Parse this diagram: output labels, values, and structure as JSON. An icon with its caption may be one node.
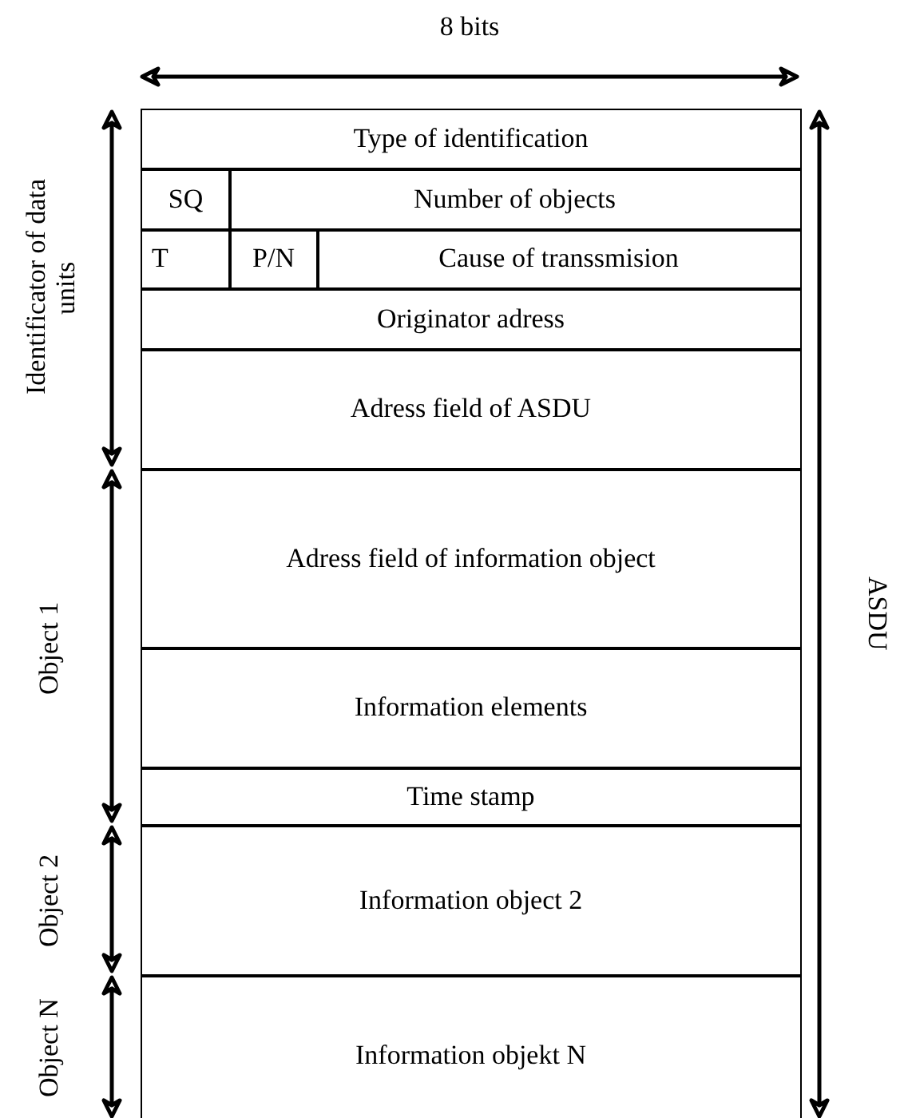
{
  "diagram": {
    "nodes": [
      {
        "text": [
          "Type of identification"
        ]
      },
      {
        "text": [
          "SQ"
        ]
      },
      {
        "text": [
          "Number of objects"
        ]
      },
      {
        "text": [
          "T"
        ]
      },
      {
        "text": [
          "P/N"
        ]
      },
      {
        "text": [
          "Cause of transsmision"
        ]
      },
      {
        "text": [
          "Originator adress"
        ]
      },
      {
        "text": [
          "Adress field of ASDU"
        ]
      },
      {
        "text": [
          "Adress field of information object"
        ]
      },
      {
        "text": [
          "Information elements"
        ]
      },
      {
        "text": [
          "Time stamp"
        ]
      },
      {
        "text": [
          "Information object 2"
        ]
      },
      {
        "text": [
          "Information objekt N"
        ]
      }
    ],
    "labels": [
      "8 bits",
      "Identificator of data units",
      "Object 1",
      "Object 2",
      "Object N",
      "ASDU"
    ]
  }
}
